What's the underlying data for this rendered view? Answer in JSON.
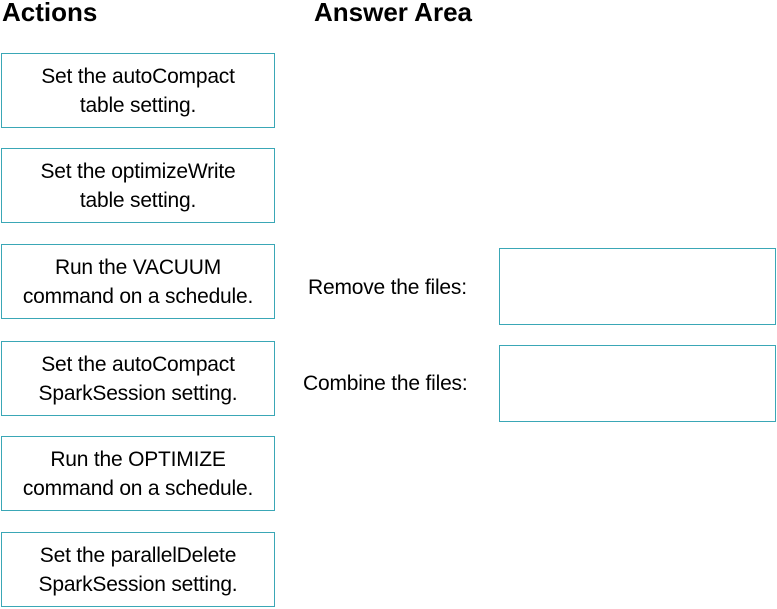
{
  "actions_heading": "Actions",
  "answer_heading": "Answer Area",
  "actions": [
    "Set the autoCompact\ntable setting.",
    "Set the optimizeWrite\ntable setting.",
    "Run the VACUUM\ncommand on a schedule.",
    "Set the autoCompact\nSparkSession setting.",
    "Run the OPTIMIZE\ncommand on a schedule.",
    "Set the parallelDelete\nSparkSession setting."
  ],
  "answers": [
    {
      "label": "Remove the files:",
      "value": ""
    },
    {
      "label": "Combine the files:",
      "value": ""
    }
  ],
  "colors": {
    "border": "#3aa7b6"
  }
}
